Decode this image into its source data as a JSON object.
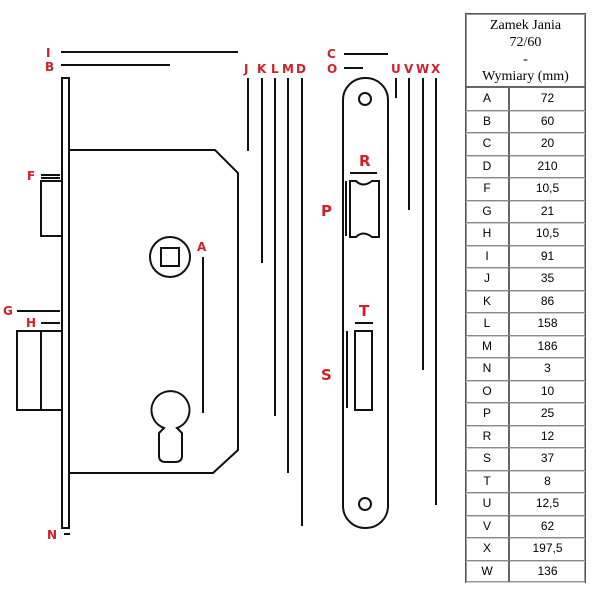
{
  "labels": {
    "I": "I",
    "B": "B",
    "F": "F",
    "A": "A",
    "G": "G",
    "H": "H",
    "N": "N",
    "J": "J",
    "K": "K",
    "L": "L",
    "M": "M",
    "D": "D",
    "C": "C",
    "O": "O",
    "U": "U",
    "V": "V",
    "W": "W",
    "X": "X",
    "R": "R",
    "P": "P",
    "T": "T",
    "S": "S"
  },
  "colors": {
    "label": "#d0202a",
    "line": "#111111"
  },
  "table": {
    "title_line1": "Zamek Jania",
    "title_line2": "72/60",
    "title_line3": "-",
    "title_line4": "Wymiary (mm)",
    "rows": [
      {
        "key": "A",
        "value": "72"
      },
      {
        "key": "B",
        "value": "60"
      },
      {
        "key": "C",
        "value": "20"
      },
      {
        "key": "D",
        "value": "210"
      },
      {
        "key": "F",
        "value": "10,5"
      },
      {
        "key": "G",
        "value": "21"
      },
      {
        "key": "H",
        "value": "10,5"
      },
      {
        "key": "I",
        "value": "91"
      },
      {
        "key": "J",
        "value": "35"
      },
      {
        "key": "K",
        "value": "86"
      },
      {
        "key": "L",
        "value": "158"
      },
      {
        "key": "M",
        "value": "186"
      },
      {
        "key": "N",
        "value": "3"
      },
      {
        "key": "O",
        "value": "10"
      },
      {
        "key": "P",
        "value": "25"
      },
      {
        "key": "R",
        "value": "12"
      },
      {
        "key": "S",
        "value": "37"
      },
      {
        "key": "T",
        "value": "8"
      },
      {
        "key": "U",
        "value": "12,5"
      },
      {
        "key": "V",
        "value": "62"
      },
      {
        "key": "X",
        "value": "197,5"
      },
      {
        "key": "W",
        "value": "136"
      }
    ]
  }
}
